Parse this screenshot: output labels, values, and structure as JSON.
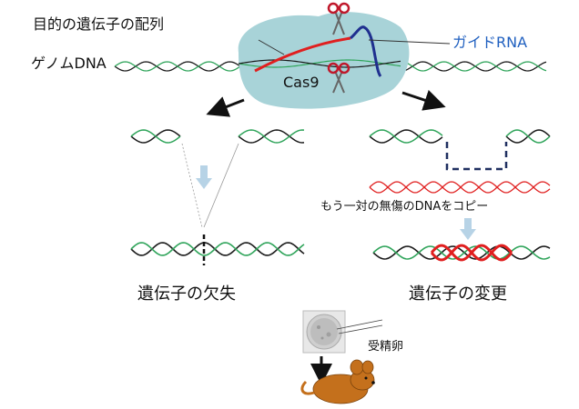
{
  "labels": {
    "target_sequence": "目的の遺伝子の配列",
    "guide_rna": "ガイドRNA",
    "genome_dna": "ゲノムDNA",
    "cas9": "Cas9",
    "copy_note": "もう一対の無傷のDNAをコピー",
    "gene_deletion": "遺伝子の欠失",
    "gene_modification": "遺伝子の変更",
    "fertilized_egg": "受精卵"
  },
  "colors": {
    "dna_black": "#1a1a1a",
    "dna_green": "#2fa45a",
    "dna_red": "#e01f1f",
    "guide_blue": "#1f2f8f",
    "cas9_blob": "#a8d3d8",
    "guide_label": "#2060c0",
    "arrow_blue": "#b7d3e6",
    "dash_navy": "#1f2f60",
    "mouse": "#c4701c"
  },
  "icons": [
    "scissors-icon",
    "mouse-icon",
    "fertilized-egg-icon",
    "down-arrow-icon"
  ]
}
